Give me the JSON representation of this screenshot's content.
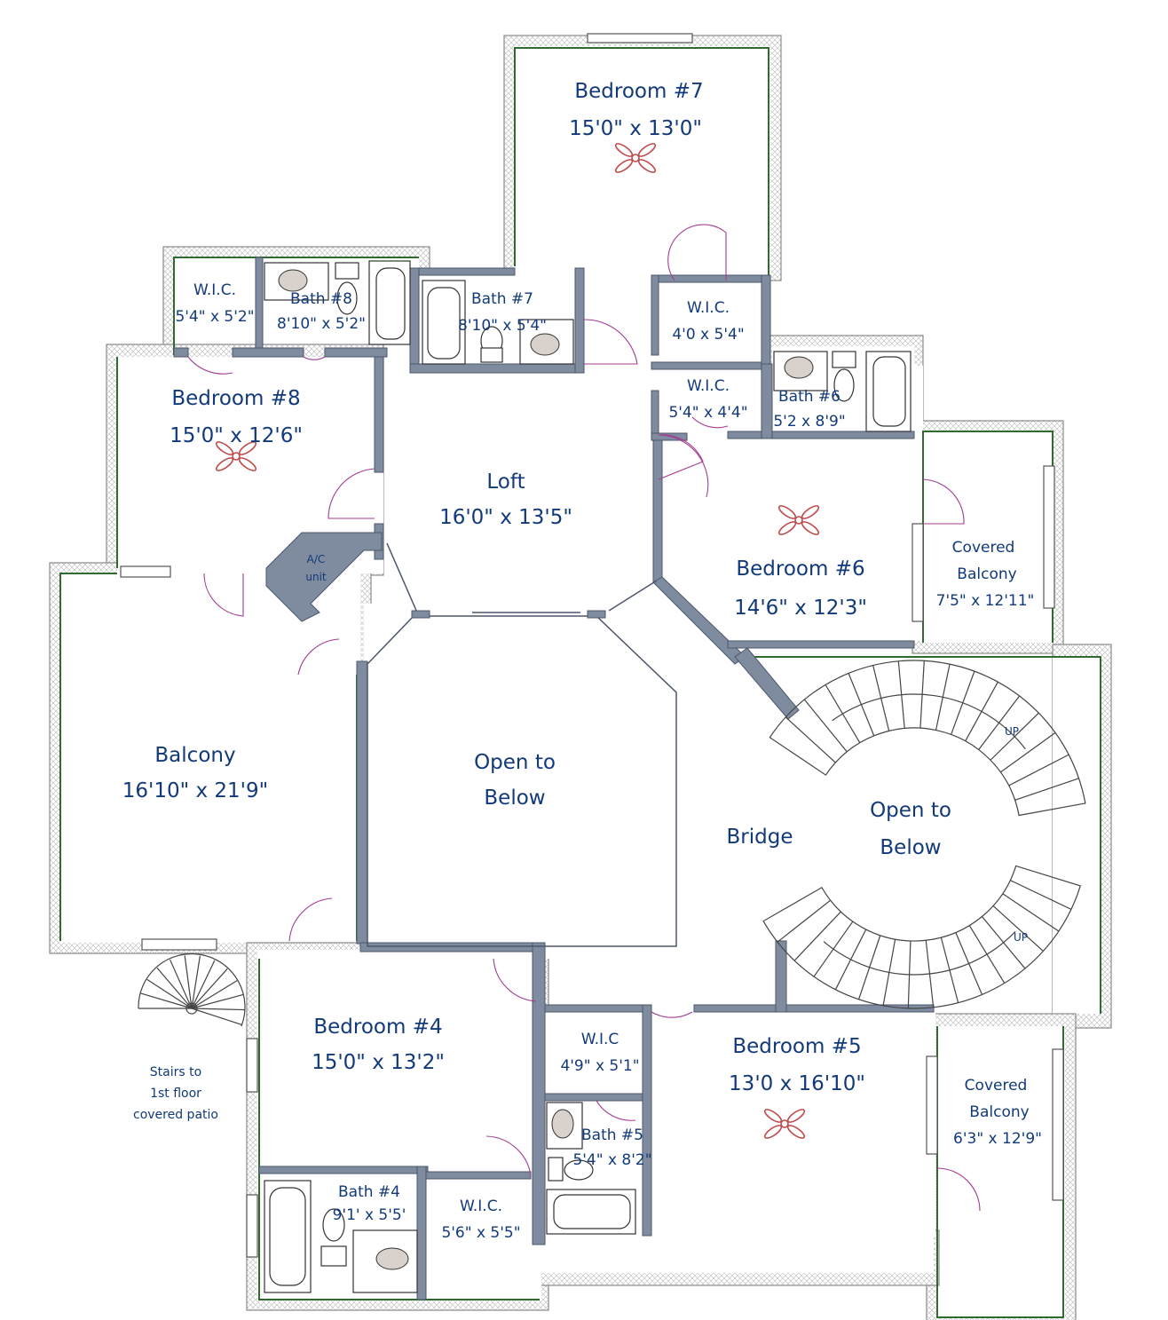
{
  "rooms": {
    "bedroom7": {
      "name": "Bedroom #7",
      "size": "15'0\" x 13'0\""
    },
    "bedroom8": {
      "name": "Bedroom #8",
      "size": "15'0\" x 12'6\""
    },
    "bedroom6": {
      "name": "Bedroom #6",
      "size": "14'6\" x 12'3\""
    },
    "bedroom4": {
      "name": "Bedroom #4",
      "size": "15'0\" x 13'2\""
    },
    "bedroom5": {
      "name": "Bedroom #5",
      "size": "13'0 x 16'10\""
    },
    "loft": {
      "name": "Loft",
      "size": "16'0\" x 13'5\""
    },
    "balcony": {
      "name": "Balcony",
      "size": "16'10\" x 21'9\""
    },
    "open_below_1": {
      "line1": "Open to",
      "line2": "Below"
    },
    "open_below_2": {
      "line1": "Open to",
      "line2": "Below"
    },
    "bridge": {
      "name": "Bridge"
    },
    "wic8": {
      "name": "W.I.C.",
      "size": "5'4\" x 5'2\""
    },
    "bath8": {
      "name": "Bath #8",
      "size": "8'10\" x 5'2\""
    },
    "bath7": {
      "name": "Bath #7",
      "size": "8'10\" x 5'4\""
    },
    "wic7a": {
      "name": "W.I.C.",
      "size": "4'0 x 5'4\""
    },
    "wic7b": {
      "name": "W.I.C.",
      "size": "5'4\" x 4'4\""
    },
    "bath6": {
      "name": "Bath #6",
      "size": "5'2 x 8'9\""
    },
    "covered_balcony6": {
      "line1": "Covered",
      "line2": "Balcony",
      "size": "7'5\" x 12'11\""
    },
    "covered_balcony5": {
      "line1": "Covered",
      "line2": "Balcony",
      "size": "6'3\" x 12'9\""
    },
    "wic5": {
      "name": "W.I.C",
      "size": "4'9\" x 5'1\""
    },
    "bath5": {
      "name": "Bath #5",
      "size": "5'4\" x 8'2\""
    },
    "bath4": {
      "name": "Bath #4",
      "size": "9'1' x 5'5'"
    },
    "wic4": {
      "name": "W.I.C.",
      "size": "5'6\" x 5'5\""
    },
    "ac": {
      "line1": "A/C",
      "line2": "unit"
    },
    "stairs_note": {
      "line1": "Stairs to",
      "line2": "1st floor",
      "line3": "covered patio"
    },
    "stair_up_1": "UP",
    "stair_up_2": "UP"
  }
}
